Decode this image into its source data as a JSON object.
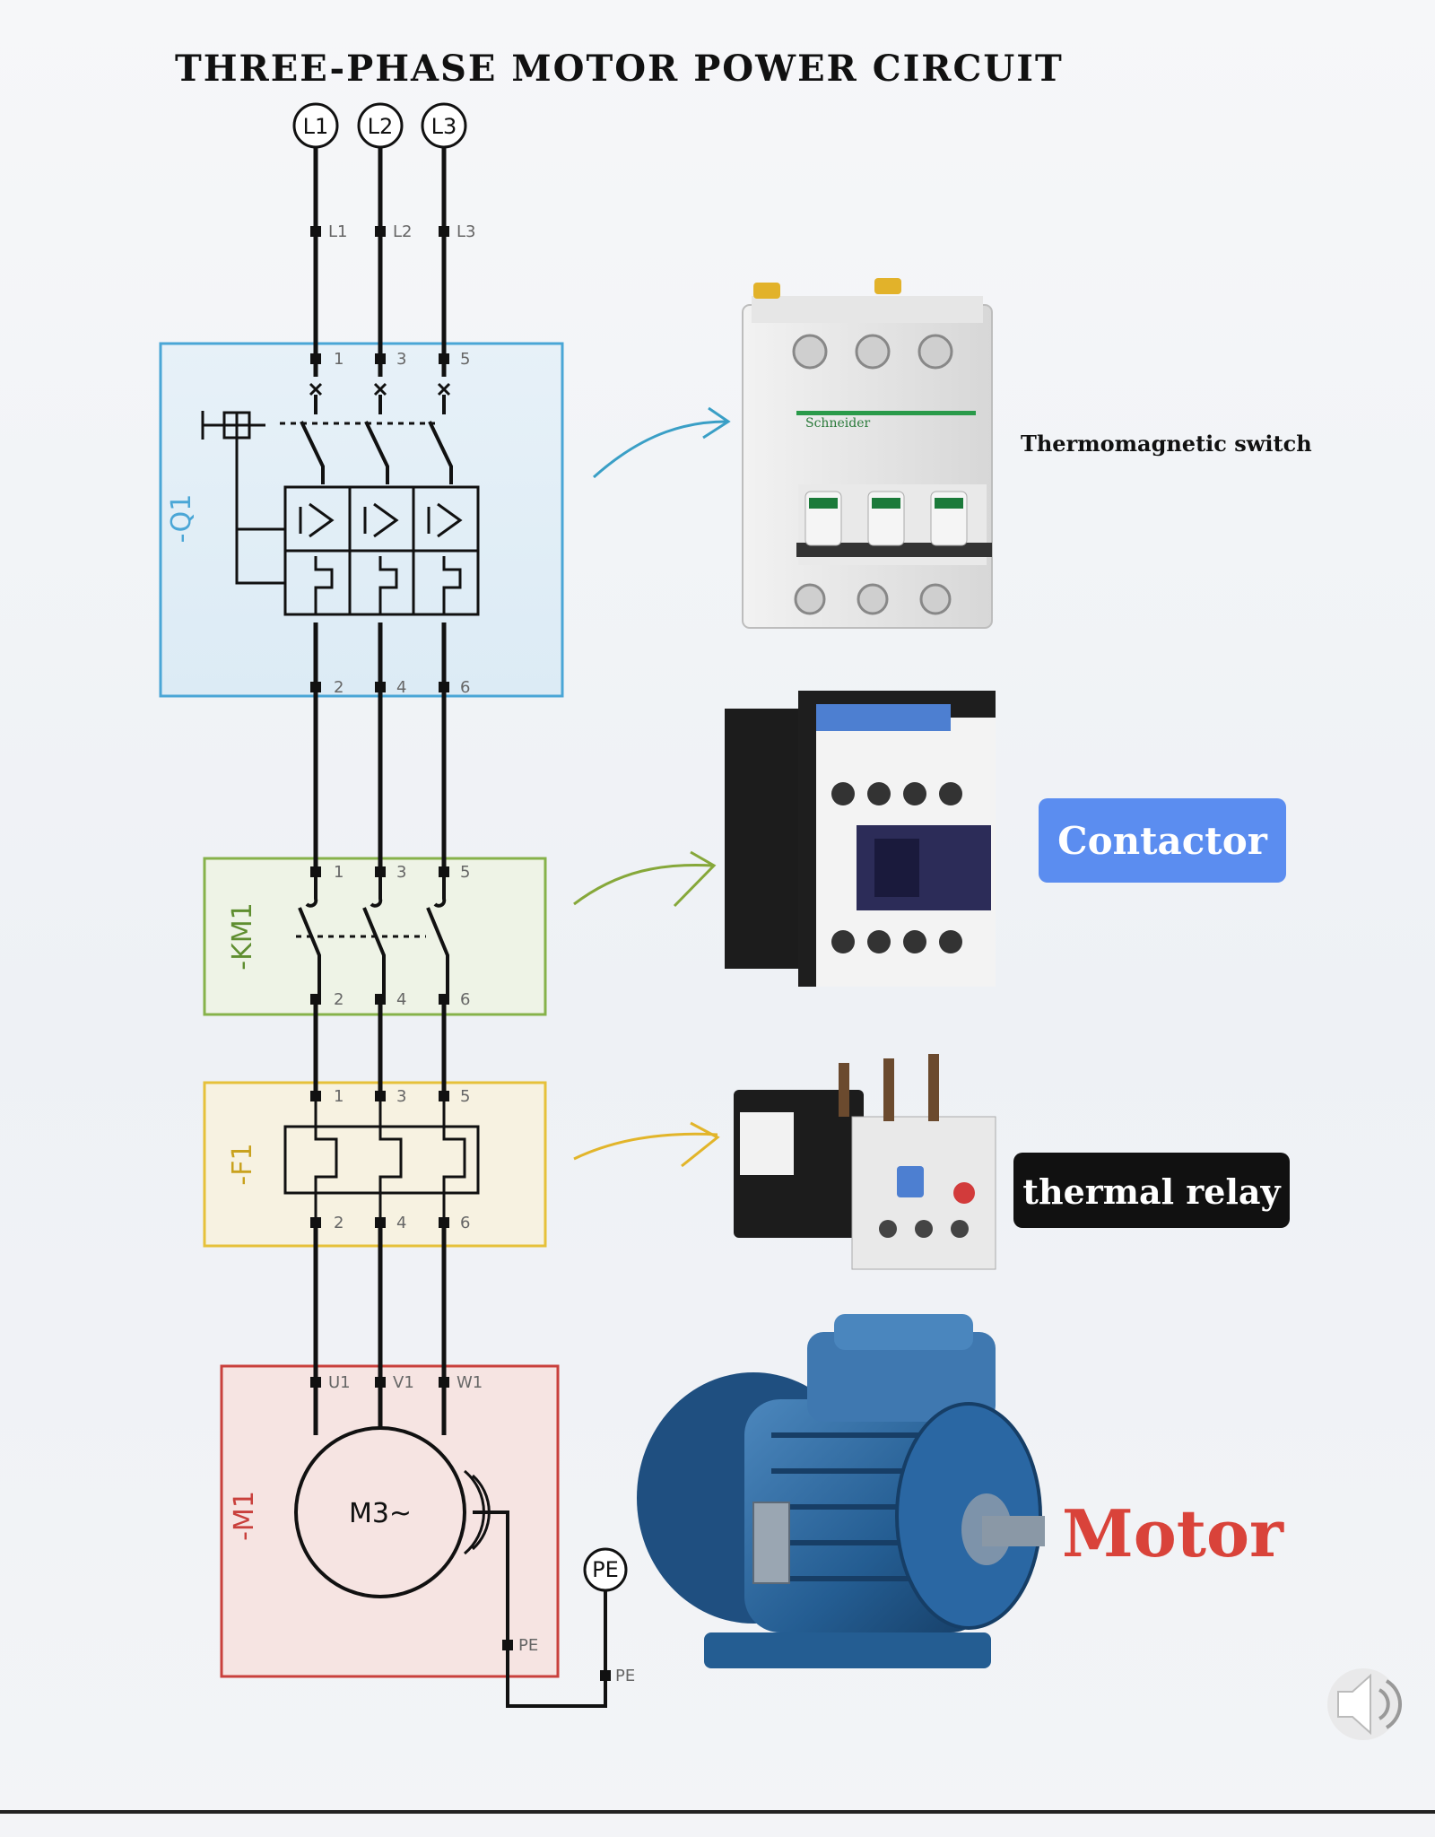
{
  "title": "THREE-PHASE MOTOR POWER CIRCUIT",
  "phases": [
    "L1",
    "L2",
    "L3"
  ],
  "supply_terminals": [
    "L1",
    "L2",
    "L3"
  ],
  "q1": {
    "label": "-Q1",
    "top_terminals": [
      "1",
      "3",
      "5"
    ],
    "bottom_terminals": [
      "2",
      "4",
      "6"
    ],
    "color": "#4aa6d6"
  },
  "km1": {
    "label": "-KM1",
    "top_terminals": [
      "1",
      "3",
      "5"
    ],
    "bottom_terminals": [
      "2",
      "4",
      "6"
    ],
    "color": "#86b24a"
  },
  "f1": {
    "label": "-F1",
    "top_terminals": [
      "1",
      "3",
      "5"
    ],
    "bottom_terminals": [
      "2",
      "4",
      "6"
    ],
    "color": "#e6c13a"
  },
  "m1": {
    "label": "-M1",
    "terminals": [
      "U1",
      "V1",
      "W1"
    ],
    "motor_text": "M3~",
    "pe_terminal": "PE",
    "color": "#c9403c"
  },
  "pe": {
    "node": "PE",
    "terminal": "PE"
  },
  "captions": {
    "breaker": "Thermomagnetic switch",
    "contactor": "Contactor",
    "relay": "thermal relay",
    "motor": "Motor"
  },
  "device_brand": "Schneider",
  "colors": {
    "contactor_badge": "#5b8df0",
    "relay_badge": "#111111",
    "motor_text": "#d9433a",
    "arrow_q1": "#3a9fc6",
    "arrow_km1": "#86a83a",
    "arrow_f1": "#e2b52a"
  },
  "icons": [
    "speaker-icon"
  ]
}
